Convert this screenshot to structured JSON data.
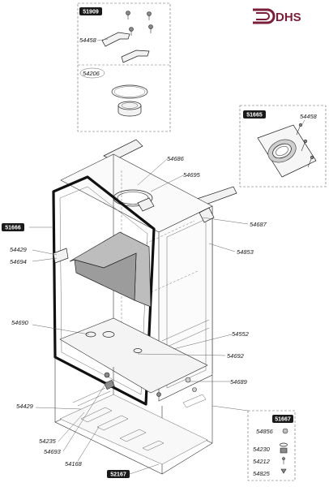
{
  "logo": {
    "text": "DHS",
    "color": "#7a1f3a"
  },
  "kits": [
    {
      "id": "kit-51909",
      "tag": "51909"
    },
    {
      "id": "kit-51665",
      "tag": "51665"
    },
    {
      "id": "kit-51666",
      "tag": "51666"
    },
    {
      "id": "kit-51667",
      "tag": "51667"
    },
    {
      "id": "kit-52167",
      "tag": "52167"
    }
  ],
  "labels": {
    "p54458a": "54458",
    "p54206": "54206",
    "p54458b": "54458",
    "p54686": "54686",
    "p54695": "54695",
    "p54687": "54687",
    "p54853": "54853",
    "p54429a": "54429",
    "p54694": "54694",
    "p54690": "54690",
    "p54552": "54552",
    "p54692": "54692",
    "p54689": "54689",
    "p54429b": "54429",
    "p54235": "54235",
    "p54693": "54693",
    "p54168": "54168",
    "p54856": "54856",
    "p54230": "54230",
    "p54212": "54212",
    "p54825": "54825"
  },
  "colors": {
    "tag_bg": "#1a1a1a",
    "line": "#333333"
  }
}
